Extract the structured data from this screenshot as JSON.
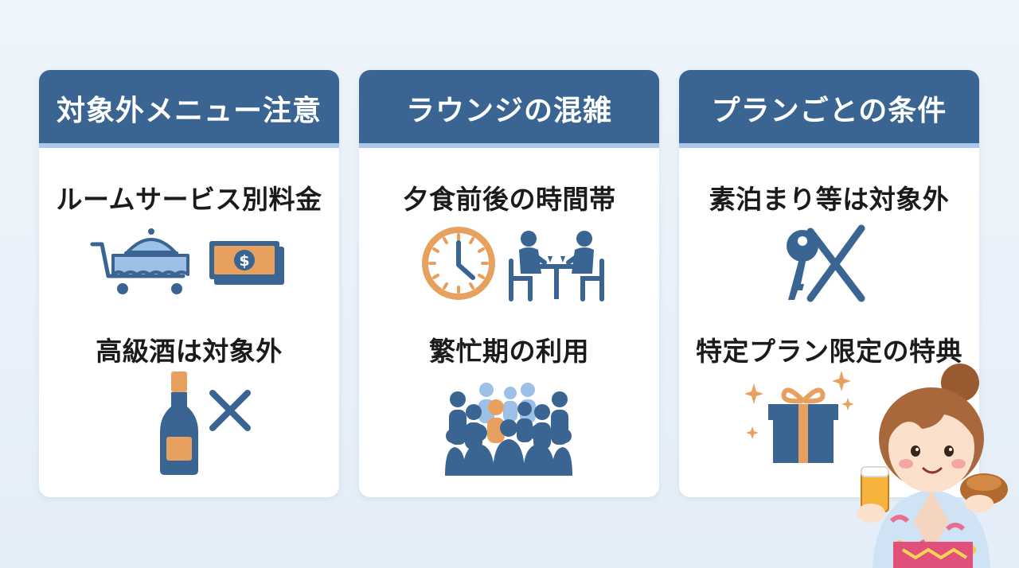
{
  "cards": [
    {
      "title": "対象外メニュー注意",
      "items": [
        {
          "label": "ルームサービス別料金",
          "icons": [
            "room-service-cart-icon",
            "money-bill-icon"
          ]
        },
        {
          "label": "高級酒は対象外",
          "icons": [
            "champagne-bottle-icon",
            "cross-mark-icon"
          ]
        }
      ]
    },
    {
      "title": "ラウンジの混雑",
      "items": [
        {
          "label": "夕食前後の時間帯",
          "icons": [
            "clock-icon",
            "people-at-table-icon"
          ]
        },
        {
          "label": "繁忙期の利用",
          "icons": [
            "crowd-icon"
          ]
        }
      ]
    },
    {
      "title": "プランごとの条件",
      "items": [
        {
          "label": "素泊まり等は対象外",
          "icons": [
            "crossed-key-icon"
          ]
        },
        {
          "label": "特定プラン限定の特典",
          "icons": [
            "gift-box-icon",
            "sparkle-icon"
          ]
        }
      ]
    }
  ],
  "colors": {
    "header": "#3a6592",
    "header_stripe": "#a9c8ea",
    "icon_blue": "#3a6592",
    "icon_light_blue": "#9dc0e6",
    "accent_orange": "#e8a05f"
  },
  "money_symbol": "$"
}
